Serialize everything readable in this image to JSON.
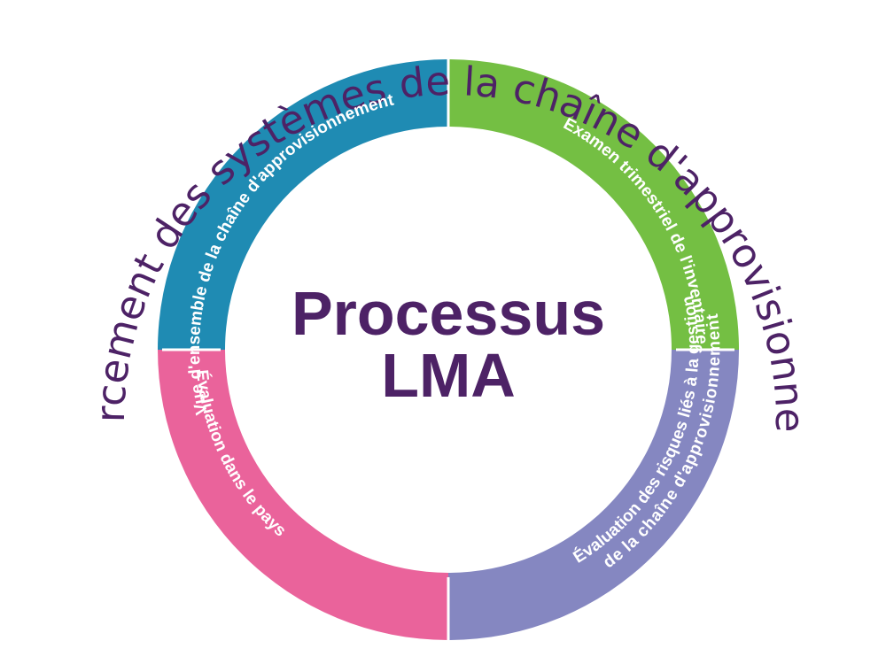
{
  "diagram": {
    "outer_title": "Renforcement des systèmes de la chaîne d'approvisionnement",
    "center": {
      "line1": "Processus",
      "line2": "LMA"
    },
    "segments": [
      {
        "label": "Vue d'ensemble de la chaîne d'approvisionnement",
        "color": "#1f8bb3"
      },
      {
        "label": "Examen trimestriel de l'inventaire",
        "color": "#74bf43"
      },
      {
        "label_line1": "Évaluation des risques liés à la gestion",
        "label_line2": "de la chaîne d'approvisionnement",
        "color": "#8587c1"
      },
      {
        "label": "Évaluation dans le pays",
        "color": "#ea639b"
      }
    ],
    "title_color": "#4d2266",
    "label_color": "#ffffff"
  }
}
